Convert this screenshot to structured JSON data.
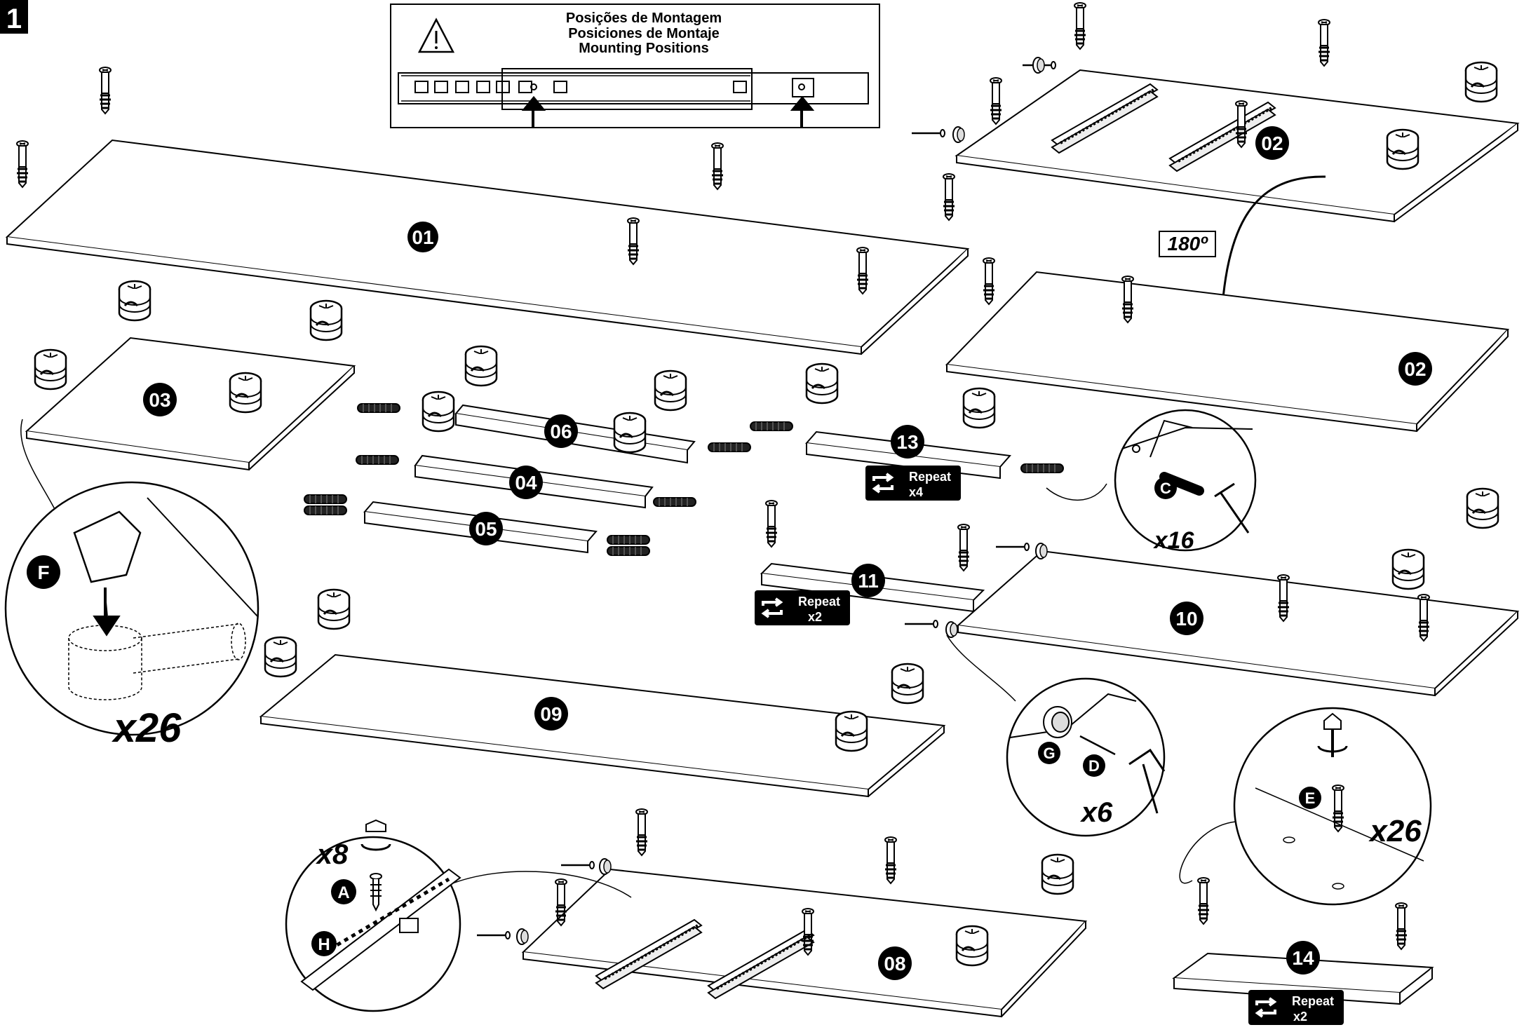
{
  "step": "1",
  "warning": {
    "line1": "Posições de Montagem",
    "line2": "Posiciones de Montaje",
    "line3": "Mounting Positions"
  },
  "panels": {
    "p01": "01",
    "p02a": "02",
    "p02b": "02",
    "p03": "03",
    "p04": "04",
    "p05": "05",
    "p06": "06",
    "p08": "08",
    "p09": "09",
    "p10": "10",
    "p11": "11",
    "p13": "13",
    "p14": "14"
  },
  "rotation": "180º",
  "repeat": {
    "word": "Repeat",
    "r13": "x4",
    "r11": "x2",
    "r14": "x2"
  },
  "hardware": {
    "A": "A",
    "C": "C",
    "D": "D",
    "E": "E",
    "F": "F",
    "G": "G",
    "H": "H"
  },
  "counts": {
    "F": "x26",
    "C": "x16",
    "GD": "x6",
    "E": "x26",
    "A": "x8"
  }
}
